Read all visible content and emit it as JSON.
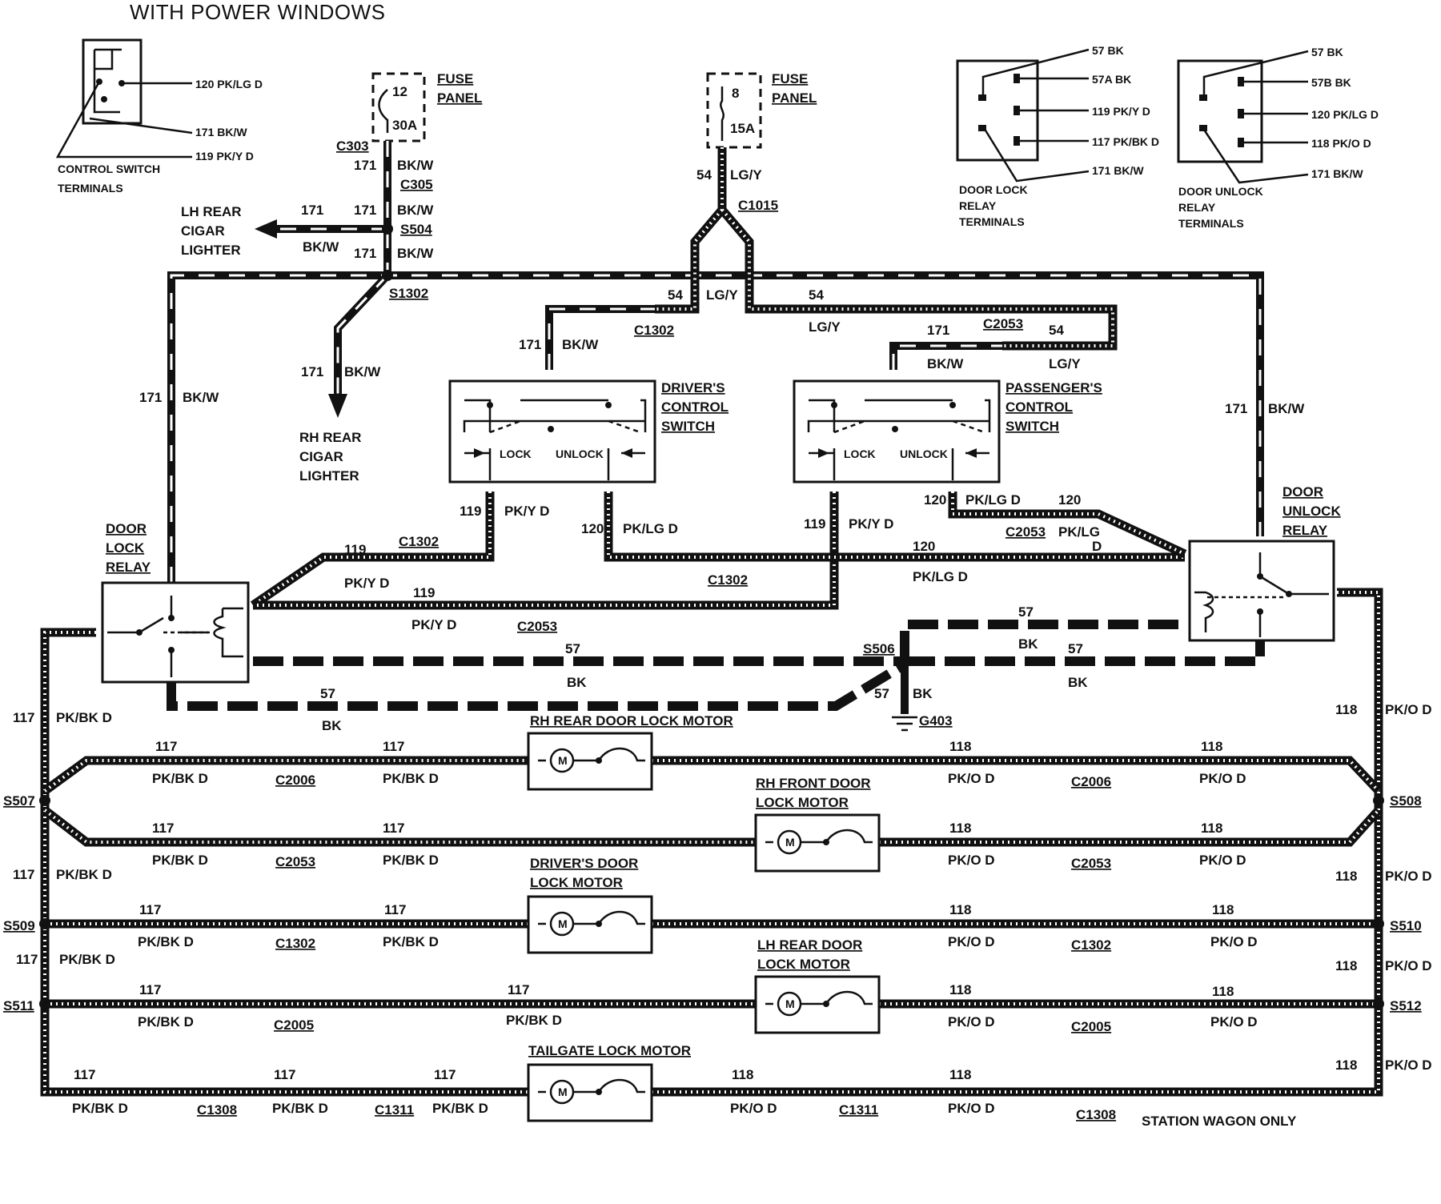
{
  "title": "WITH POWER WINDOWS",
  "control_switch": {
    "label": "CONTROL SWITCH TERMINALS",
    "terminals": [
      "120 PK/LG D",
      "171 BK/W",
      "119 PK/Y D"
    ]
  },
  "fuses": [
    {
      "label": "FUSE PANEL",
      "number": "12",
      "rating": "30A"
    },
    {
      "label": "FUSE PANEL",
      "number": "8",
      "rating": "15A"
    }
  ],
  "door_lock_relay_terminals": {
    "label": "DOOR LOCK RELAY TERMINALS",
    "terminals": [
      "57 BK",
      "57A BK",
      "119 PK/Y D",
      "117 PK/BK D",
      "171 BK/W"
    ]
  },
  "door_unlock_relay_terminals": {
    "label": "DOOR UNLOCK RELAY TERMINALS",
    "terminals": [
      "57 BK",
      "57B BK",
      "120 PK/LG D",
      "118 PK/O D",
      "171 BK/W"
    ]
  },
  "components": {
    "lh_rear_cigar": "LH REAR CIGAR LIGHTER",
    "rh_rear_cigar": "RH REAR CIGAR LIGHTER",
    "drivers_switch": "DRIVER'S CONTROL SWITCH",
    "passengers_switch": "PASSENGER'S CONTROL SWITCH",
    "door_lock_relay": "DOOR LOCK RELAY",
    "door_unlock_relay": "DOOR UNLOCK RELAY",
    "lock": "LOCK",
    "unlock": "UNLOCK",
    "motor_symbol": "M"
  },
  "motors": [
    "RH REAR DOOR LOCK MOTOR",
    "RH FRONT DOOR LOCK MOTOR",
    "DRIVER'S DOOR LOCK MOTOR",
    "LH REAR DOOR LOCK MOTOR",
    "TAILGATE LOCK MOTOR"
  ],
  "connectors": {
    "c303": "C303",
    "c305": "C305",
    "c1015": "C1015",
    "c1302": "C1302",
    "c2053": "C2053",
    "c2006": "C2006",
    "c2005": "C2005",
    "c1308": "C1308",
    "c1311": "C1311"
  },
  "splices": {
    "s504": "S504",
    "s1302": "S1302",
    "s506": "S506",
    "s507": "S507",
    "s508": "S508",
    "s509": "S509",
    "s510": "S510",
    "s511": "S511",
    "s512": "S512",
    "g403": "G403"
  },
  "circuits": {
    "c171": "171",
    "bkw": "BK/W",
    "c54": "54",
    "lgy": "LG/Y",
    "c119": "119",
    "pkyd": "PK/Y D",
    "c120": "120",
    "pklgd": "PK/LG D",
    "pklg": "PK/LG",
    "d": "D",
    "c57": "57",
    "bk": "BK",
    "c117": "117",
    "pkbkd": "PK/BK D",
    "c118": "118",
    "pkod": "PK/O D"
  },
  "note": "STATION WAGON ONLY"
}
